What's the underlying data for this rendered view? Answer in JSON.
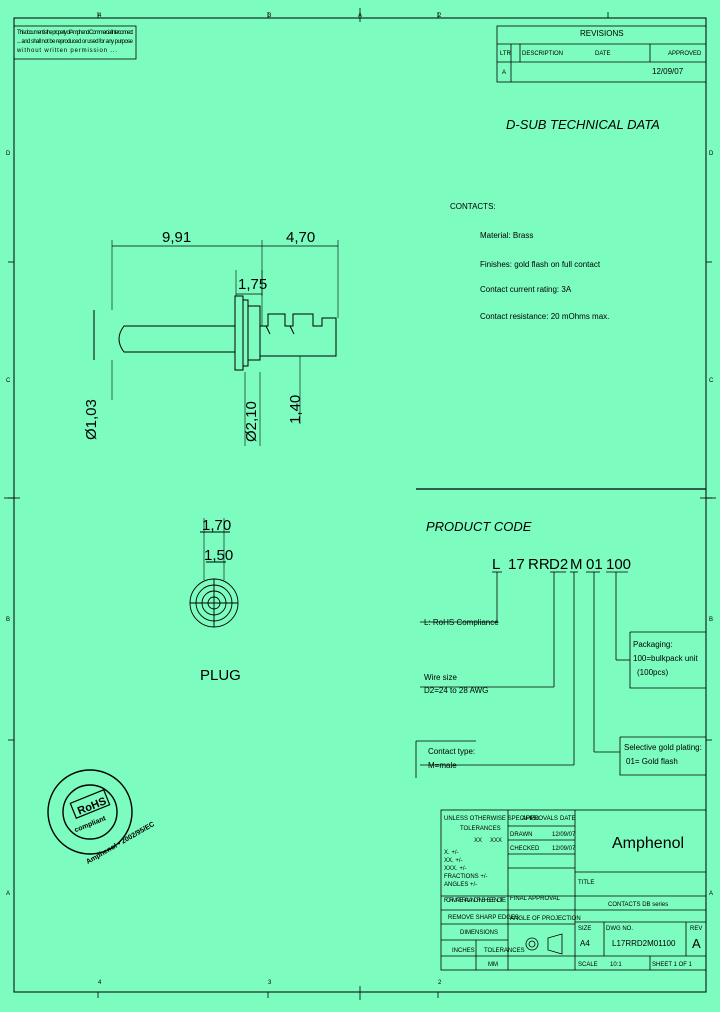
{
  "border": {
    "top_zones": [
      "4",
      "3",
      "A",
      "2"
    ],
    "bottom_zones": [
      "4",
      "3",
      "2"
    ],
    "left_zones": [
      "D",
      "C",
      "B",
      "A"
    ],
    "right_zones": [
      "D",
      "C",
      "B",
      "A"
    ]
  },
  "notice": {
    "lines": [
      "This document is the property of Amphenol Commercial Interconnect",
      "... and shall not be reproduced or used for any purpose",
      "without written permission ..."
    ]
  },
  "revisions": {
    "title": "REVISIONS",
    "headers": [
      "LTR",
      "DESCRIPTION",
      "DATE",
      "APPROVED"
    ],
    "row": {
      "ltr": "A",
      "date": "12/09/07"
    }
  },
  "main_title": "D-SUB TECHNICAL DATA",
  "contacts": {
    "heading": "CONTACTS:",
    "material": "Material: Brass",
    "finishes": "Finishes: gold flash on full contact",
    "current": "Contact current rating: 3A",
    "resistance": "Contact resistance: 20 mOhms max."
  },
  "dimensions": {
    "d1": "9,91",
    "d2": "4,70",
    "d3": "1,75",
    "d4": "Ø1,03",
    "d5": "Ø2,10",
    "d6": "1,40",
    "d7": "1,70",
    "d8": "1,50"
  },
  "plug_label": "PLUG",
  "product_code": {
    "heading": "PRODUCT CODE",
    "parts": [
      "L",
      "17",
      "RR",
      "D2",
      "M",
      "01",
      "100"
    ],
    "rohs": "L: RoHS Compliance",
    "wire_size": [
      "Wire size",
      "D2=24 to 28 AWG"
    ],
    "contact_type": [
      "Contact type:",
      "M=male"
    ],
    "packaging": [
      "Packaging:",
      "100=bulkpack unit",
      "(100pcs)"
    ],
    "plating": [
      "Selective gold plating:",
      "01= Gold flash"
    ]
  },
  "rohs_seal": {
    "center": "RoHS",
    "sub": "compliant",
    "ring": "Amphenol • 2002/95/EC"
  },
  "title_block": {
    "tolerance_header": [
      "UNLESS OTHERWISE SPECIFIED",
      "TOLERANCES"
    ],
    "tolerance_cols": [
      "XX",
      "XXX"
    ],
    "tolerance_rows": [
      "X. +/-",
      "XX. +/-",
      "XXX. +/-",
      "FRACTIONS +/-",
      "ANGLES +/-"
    ],
    "approvals_header": [
      "APPROVALS",
      "DATE"
    ],
    "approvals_rows": [
      {
        "role": "DRAWN",
        "date": "12/09/07"
      },
      {
        "role": "CHECKED",
        "date": "12/09/07"
      }
    ],
    "company": "Amphenol",
    "title_label": "TITLE",
    "title": "CONTACTS DB series",
    "size_label": "SIZE",
    "size": "A4",
    "dwg_label": "DWG NO.",
    "dwg": "L17RRD2M01100",
    "rev_label": "REV",
    "rev": "A",
    "scale_label": "SCALE",
    "scale": "10:1",
    "sheet_label": "SHEET 1 OF 1",
    "projection_label": "ANGLE OF PROJECTION",
    "misc": [
      "FOR MATERIAL AND FINISH SEE NOTE",
      "REMOVE SHARP EDGES",
      "DIMENSIONS",
      "INCHES",
      "TOLERANCES",
      "MM",
      "FINAL APPROVAL"
    ]
  }
}
